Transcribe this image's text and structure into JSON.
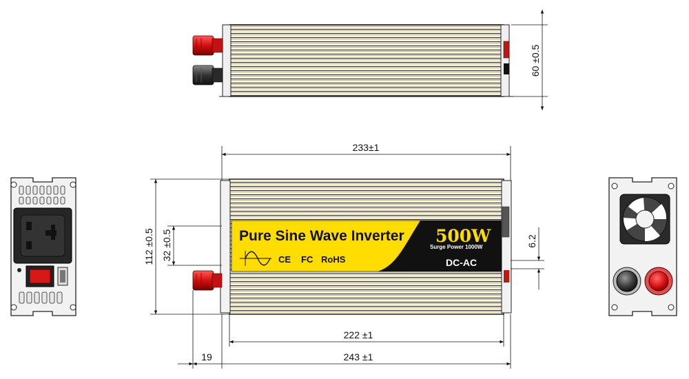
{
  "diagram": {
    "label": {
      "title": "Pure Sine Wave Inverter",
      "wattage": "500W",
      "surge": "Surge Power 1000W",
      "type": "DC-AC",
      "cert_ce": "CE",
      "cert_fc": "FC",
      "cert_rohs": "RoHS"
    },
    "dimensions": {
      "height_top": "60 ±0.5",
      "width_overall": "233±1",
      "height_front": "112 ±0.5",
      "terminal_spacing": "32 ±0.5",
      "right_offset": "6.2",
      "body_length": "222 ±1",
      "terminal_length": "19",
      "total_length": "243 ±1"
    },
    "colors": {
      "body_fill": "#f8f3cf",
      "label_yellow": "#ffdd00",
      "label_black": "#111111",
      "terminal_red": "#e01a1a",
      "terminal_black": "#3a3a3a"
    }
  }
}
